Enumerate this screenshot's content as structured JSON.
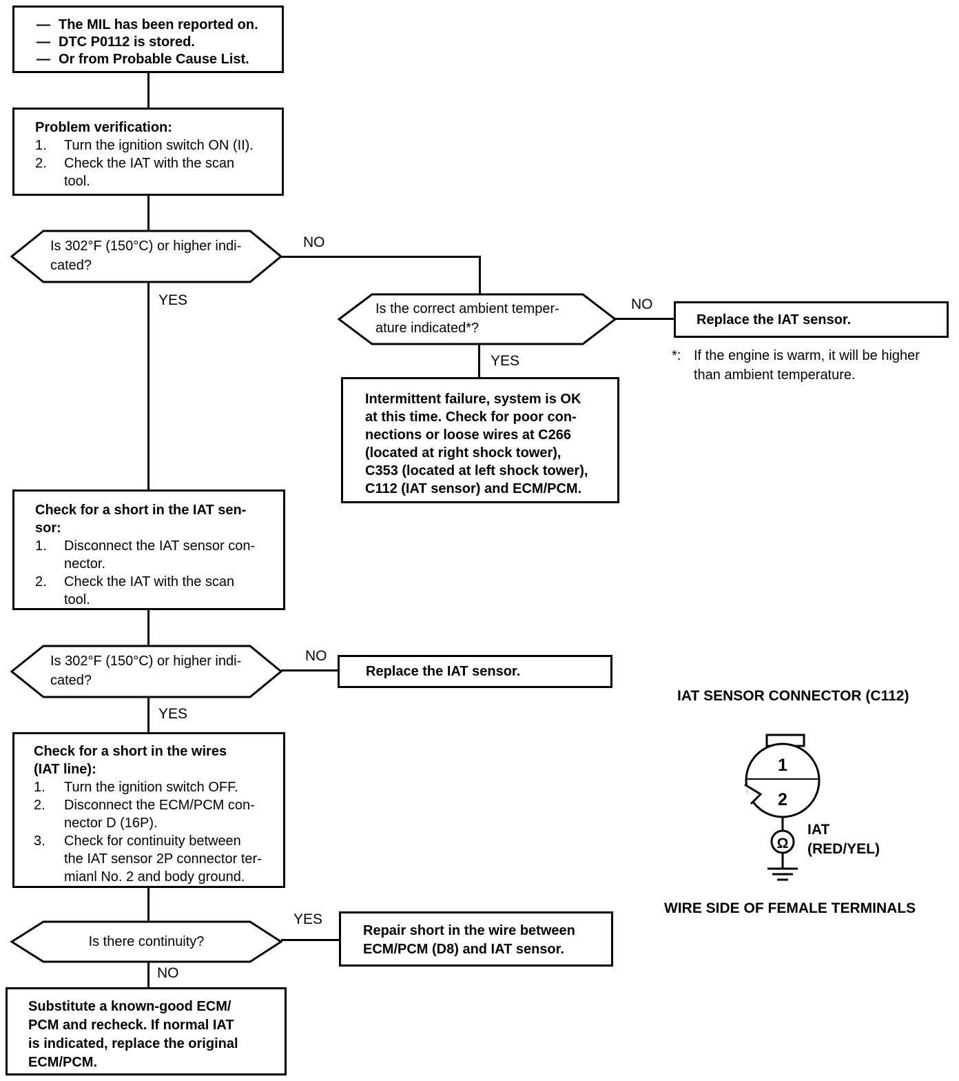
{
  "labels": {
    "yes": "YES",
    "no": "NO"
  },
  "nodes": {
    "start": {
      "dash": "—",
      "lines": [
        "The MIL has been reported on.",
        "DTC P0112 is stored.",
        "Or from Probable Cause List."
      ]
    },
    "problem_verification": {
      "title": "Problem verification:",
      "steps": [
        {
          "num": "1.",
          "text": "Turn the ignition switch ON (II)."
        },
        {
          "num": "2.",
          "text": "Check the IAT with the scan\ntool."
        }
      ]
    },
    "decision_temp_1": {
      "question": "Is 302°F (150°C) or higher indi-\ncated?"
    },
    "decision_ambient": {
      "question": "Is the correct ambient temper-\nature indicated*?"
    },
    "replace_sensor_1": {
      "text": "Replace the IAT sensor."
    },
    "footnote": {
      "marker": "*:",
      "text": "If the engine is warm, it will be higher\nthan ambient temperature."
    },
    "intermittent": {
      "text": "Intermittent failure, system is OK\nat this time. Check for poor con-\nnections or loose wires at C266\n(located at right shock tower),\nC353 (located at left shock tower),\nC112 (IAT sensor) and ECM/PCM."
    },
    "check_short_sensor": {
      "title": "Check for a short in the IAT sen-\nsor:",
      "steps": [
        {
          "num": "1.",
          "text": "Disconnect the IAT sensor con-\nnector."
        },
        {
          "num": "2.",
          "text": "Check the IAT with the scan\ntool."
        }
      ]
    },
    "decision_temp_2": {
      "question": "Is 302°F (150°C) or higher indi-\ncated?"
    },
    "replace_sensor_2": {
      "text": "Replace the IAT sensor."
    },
    "check_short_wires": {
      "title": "Check for a short in the wires\n(IAT line):",
      "steps": [
        {
          "num": "1.",
          "text": "Turn the ignition switch OFF."
        },
        {
          "num": "2.",
          "text": "Disconnect the ECM/PCM con-\nnector D (16P)."
        },
        {
          "num": "3.",
          "text": "Check for continuity between\nthe IAT sensor 2P connector ter-\nmianl No. 2 and body ground."
        }
      ]
    },
    "decision_continuity": {
      "question": "Is there continuity?"
    },
    "repair_short": {
      "text": "Repair short in the wire between\nECM/PCM (D8) and IAT sensor."
    },
    "substitute_ecm": {
      "text": "Substitute a known-good ECM/\nPCM and recheck. If normal IAT\nis indicated, replace the original\nECM/PCM."
    }
  },
  "connector_diagram": {
    "title": "IAT SENSOR CONNECTOR (C112)",
    "pin1": "1",
    "pin2": "2",
    "ohm": "Ω",
    "wire_label": "IAT\n(RED/YEL)",
    "caption": "WIRE SIDE OF FEMALE TERMINALS"
  },
  "colors": {
    "ink": "#000000",
    "paper": "#ffffff"
  }
}
